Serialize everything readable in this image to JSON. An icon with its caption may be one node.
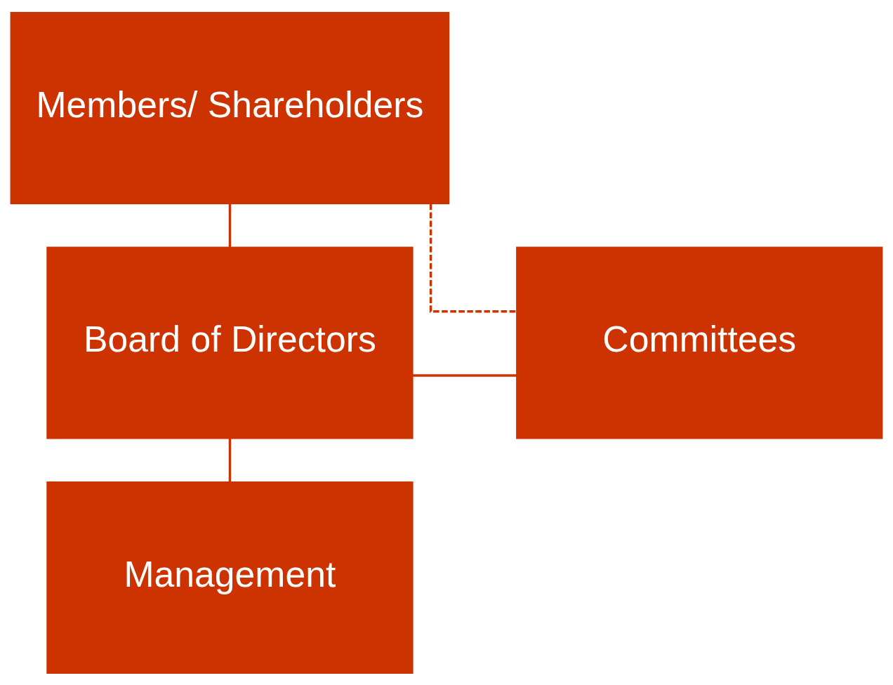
{
  "diagram": {
    "nodes": [
      {
        "text": [
          "Members/ Shareholders"
        ]
      },
      {
        "text": [
          "Board of Directors"
        ]
      },
      {
        "text": [
          "Committees"
        ]
      },
      {
        "text": [
          "Management"
        ]
      }
    ],
    "edges": [
      {
        "from": 0,
        "to": 1,
        "arrow": "none"
      },
      {
        "from": 1,
        "to": 2,
        "arrow": "none"
      },
      {
        "from": 1,
        "to": 3,
        "arrow": "none"
      },
      {
        "from": 0,
        "to": 2,
        "arrow": "none",
        "style": "dashed"
      }
    ]
  }
}
